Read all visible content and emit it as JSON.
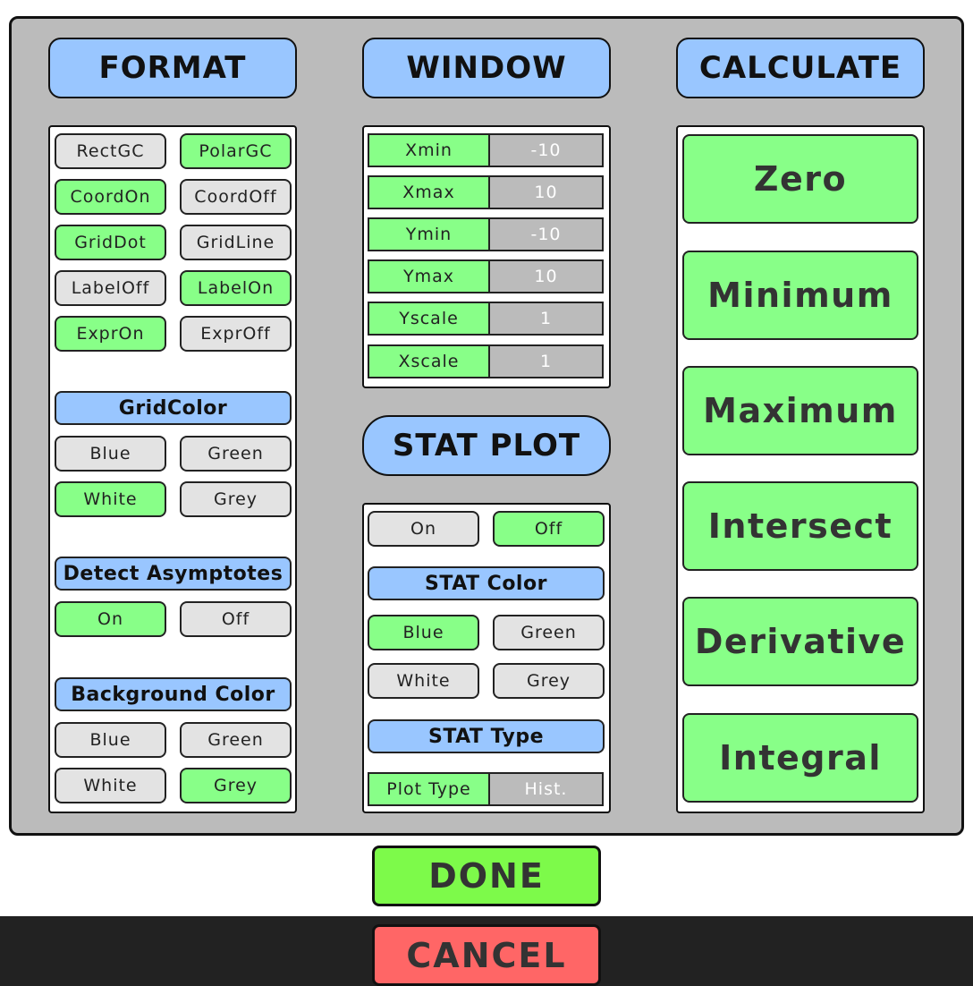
{
  "headers": {
    "format": "FORMAT",
    "window": "WINDOW",
    "calculate": "CALCULATE",
    "stat_plot": "STAT PLOT"
  },
  "format": {
    "rect_gc": "RectGC",
    "polar_gc": "PolarGC",
    "coord_on": "CoordOn",
    "coord_off": "CoordOff",
    "grid_dot": "GridDot",
    "grid_line": "GridLine",
    "label_off": "LabelOff",
    "label_on": "LabelOn",
    "expr_on": "ExprOn",
    "expr_off": "ExprOff",
    "grid_color_title": "GridColor",
    "grid_color": {
      "blue": "Blue",
      "green": "Green",
      "white": "White",
      "grey": "Grey"
    },
    "asymptotes_title": "Detect Asymptotes",
    "asymptotes": {
      "on": "On",
      "off": "Off"
    },
    "bg_color_title": "Background Color",
    "bg_color": {
      "blue": "Blue",
      "green": "Green",
      "white": "White",
      "grey": "Grey"
    }
  },
  "window": {
    "rows": [
      {
        "label": "Xmin",
        "value": "-10"
      },
      {
        "label": "Xmax",
        "value": "10"
      },
      {
        "label": "Ymin",
        "value": "-10"
      },
      {
        "label": "Ymax",
        "value": "10"
      },
      {
        "label": "Yscale",
        "value": "1"
      },
      {
        "label": "Xscale",
        "value": "1"
      }
    ]
  },
  "stat_plot": {
    "on": "On",
    "off": "Off",
    "color_title": "STAT Color",
    "color": {
      "blue": "Blue",
      "green": "Green",
      "white": "White",
      "grey": "Grey"
    },
    "type_title": "STAT Type",
    "plot_type_label": "Plot Type",
    "plot_type_value": "Hist."
  },
  "calculate": {
    "zero": "Zero",
    "minimum": "Minimum",
    "maximum": "Maximum",
    "intersect": "Intersect",
    "derivative": "Derivative",
    "integral": "Integral"
  },
  "footer": {
    "done": "DONE",
    "cancel": "CANCEL"
  },
  "colors": {
    "panel": "#bbbbbb",
    "header": "#99c6ff",
    "active": "#88ff88",
    "inactive": "#e3e3e3",
    "done": "#7dfa4a",
    "cancel": "#ff6666",
    "bottom_bar": "#222222"
  }
}
